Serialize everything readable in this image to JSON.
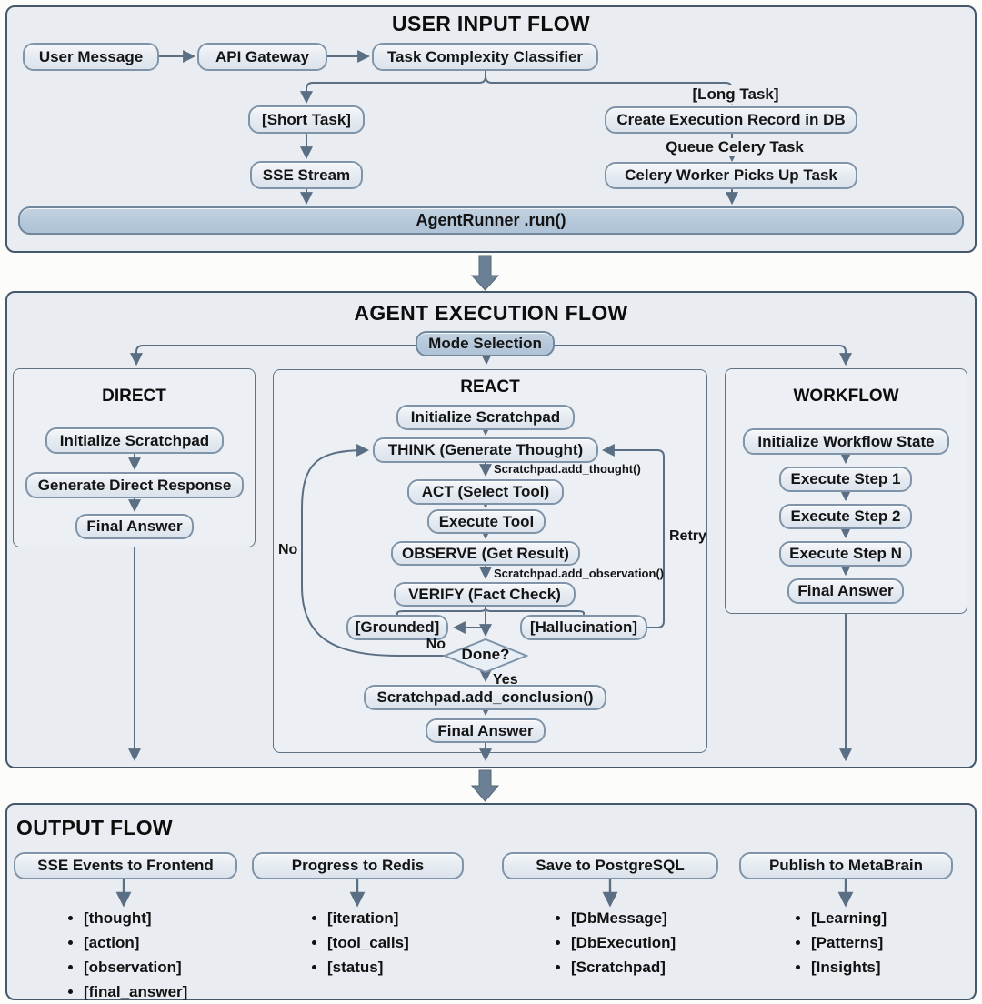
{
  "colors": {
    "section_fill": "#e9edf2",
    "section_border": "#46586b",
    "node_border": "#8094a9",
    "node_fill": "#e4eaf1",
    "accent_fill": "#b4c7da",
    "connector": "#5a6e84",
    "thick_arrow": "#6b8094",
    "text": "#111111"
  },
  "user_input": {
    "title": "USER INPUT FLOW",
    "user_message": "User Message",
    "api_gateway": "API Gateway",
    "classifier": "Task Complexity Classifier",
    "short_task": "[Short Task]",
    "sse_stream": "SSE Stream",
    "long_task": "[Long Task]",
    "create_exec": "Create Execution Record in DB",
    "queue_celery": "Queue Celery Task",
    "celery_worker": "Celery Worker Picks Up Task",
    "agent_runner": "AgentRunner .run()"
  },
  "agent_execution": {
    "title": "AGENT EXECUTION FLOW",
    "mode_selection": "Mode Selection",
    "direct": {
      "title": "DIRECT",
      "init": "Initialize Scratchpad",
      "generate": "Generate Direct Response",
      "final": "Final Answer"
    },
    "react": {
      "title": "REACT",
      "init": "Initialize Scratchpad",
      "think": "THINK (Generate Thought)",
      "add_thought": "Scratchpad.add_thought()",
      "act": "ACT (Select Tool)",
      "execute": "Execute Tool",
      "observe": "OBSERVE (Get Result)",
      "add_observation": "Scratchpad.add_observation()",
      "verify": "VERIFY (Fact Check)",
      "grounded": "[Grounded]",
      "hallucination": "[Hallucination]",
      "done": "Done?",
      "no": "No",
      "yes": "Yes",
      "retry": "Retry",
      "conclusion": "Scratchpad.add_conclusion()",
      "final": "Final Answer"
    },
    "workflow": {
      "title": "WORKFLOW",
      "init": "Initialize Workflow State",
      "step1": "Execute Step 1",
      "step2": "Execute Step 2",
      "stepn": "Execute Step N",
      "final": "Final Answer"
    }
  },
  "output": {
    "title": "OUTPUT FLOW",
    "columns": [
      {
        "header": "SSE Events to Frontend",
        "items": [
          "[thought]",
          "[action]",
          "[observation]",
          "[final_answer]"
        ]
      },
      {
        "header": "Progress to Redis",
        "items": [
          "[iteration]",
          "[tool_calls]",
          "[status]"
        ]
      },
      {
        "header": "Save to PostgreSQL",
        "items": [
          "[DbMessage]",
          "[DbExecution]",
          "[Scratchpad]"
        ]
      },
      {
        "header": "Publish to MetaBrain",
        "items": [
          "[Learning]",
          "[Patterns]",
          "[Insights]"
        ]
      }
    ]
  }
}
